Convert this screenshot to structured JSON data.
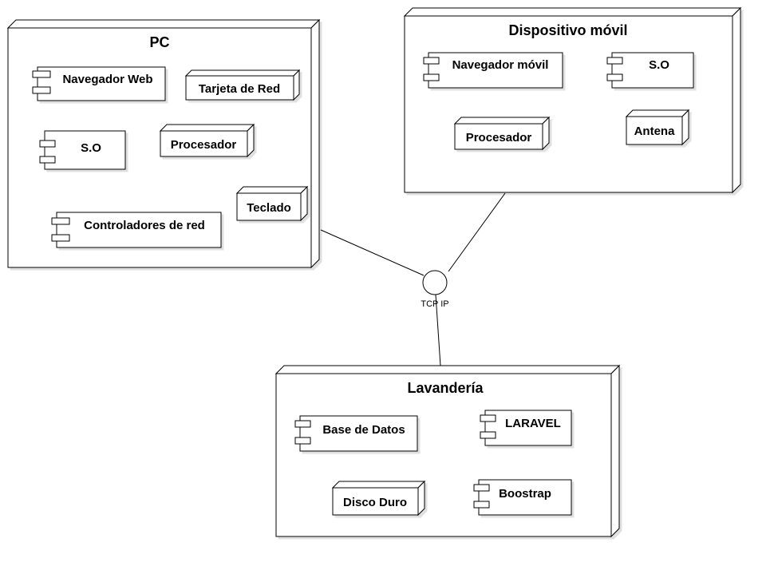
{
  "nodes": {
    "pc": {
      "title": "PC",
      "components": {
        "navegador_web": "Navegador Web",
        "so": "S.O",
        "controladores": "Controladores de red"
      },
      "devices": {
        "tarjeta_red": "Tarjeta de Red",
        "procesador": "Procesador",
        "teclado": "Teclado"
      }
    },
    "movil": {
      "title": "Dispositivo móvil",
      "components": {
        "navegador_movil": "Navegador móvil",
        "so": "S.O"
      },
      "devices": {
        "procesador": "Procesador",
        "antena": "Antena"
      }
    },
    "lavanderia": {
      "title": "Lavandería",
      "components": {
        "base_datos": "Base de Datos",
        "laravel": "LARAVEL",
        "boostrap": "Boostrap"
      },
      "devices": {
        "disco_duro": "Disco Duro"
      }
    }
  },
  "interface": {
    "label": "TCP IP"
  },
  "colors": {
    "stroke": "#000000",
    "fill": "#ffffff",
    "shadow": "#e6e6e6"
  }
}
